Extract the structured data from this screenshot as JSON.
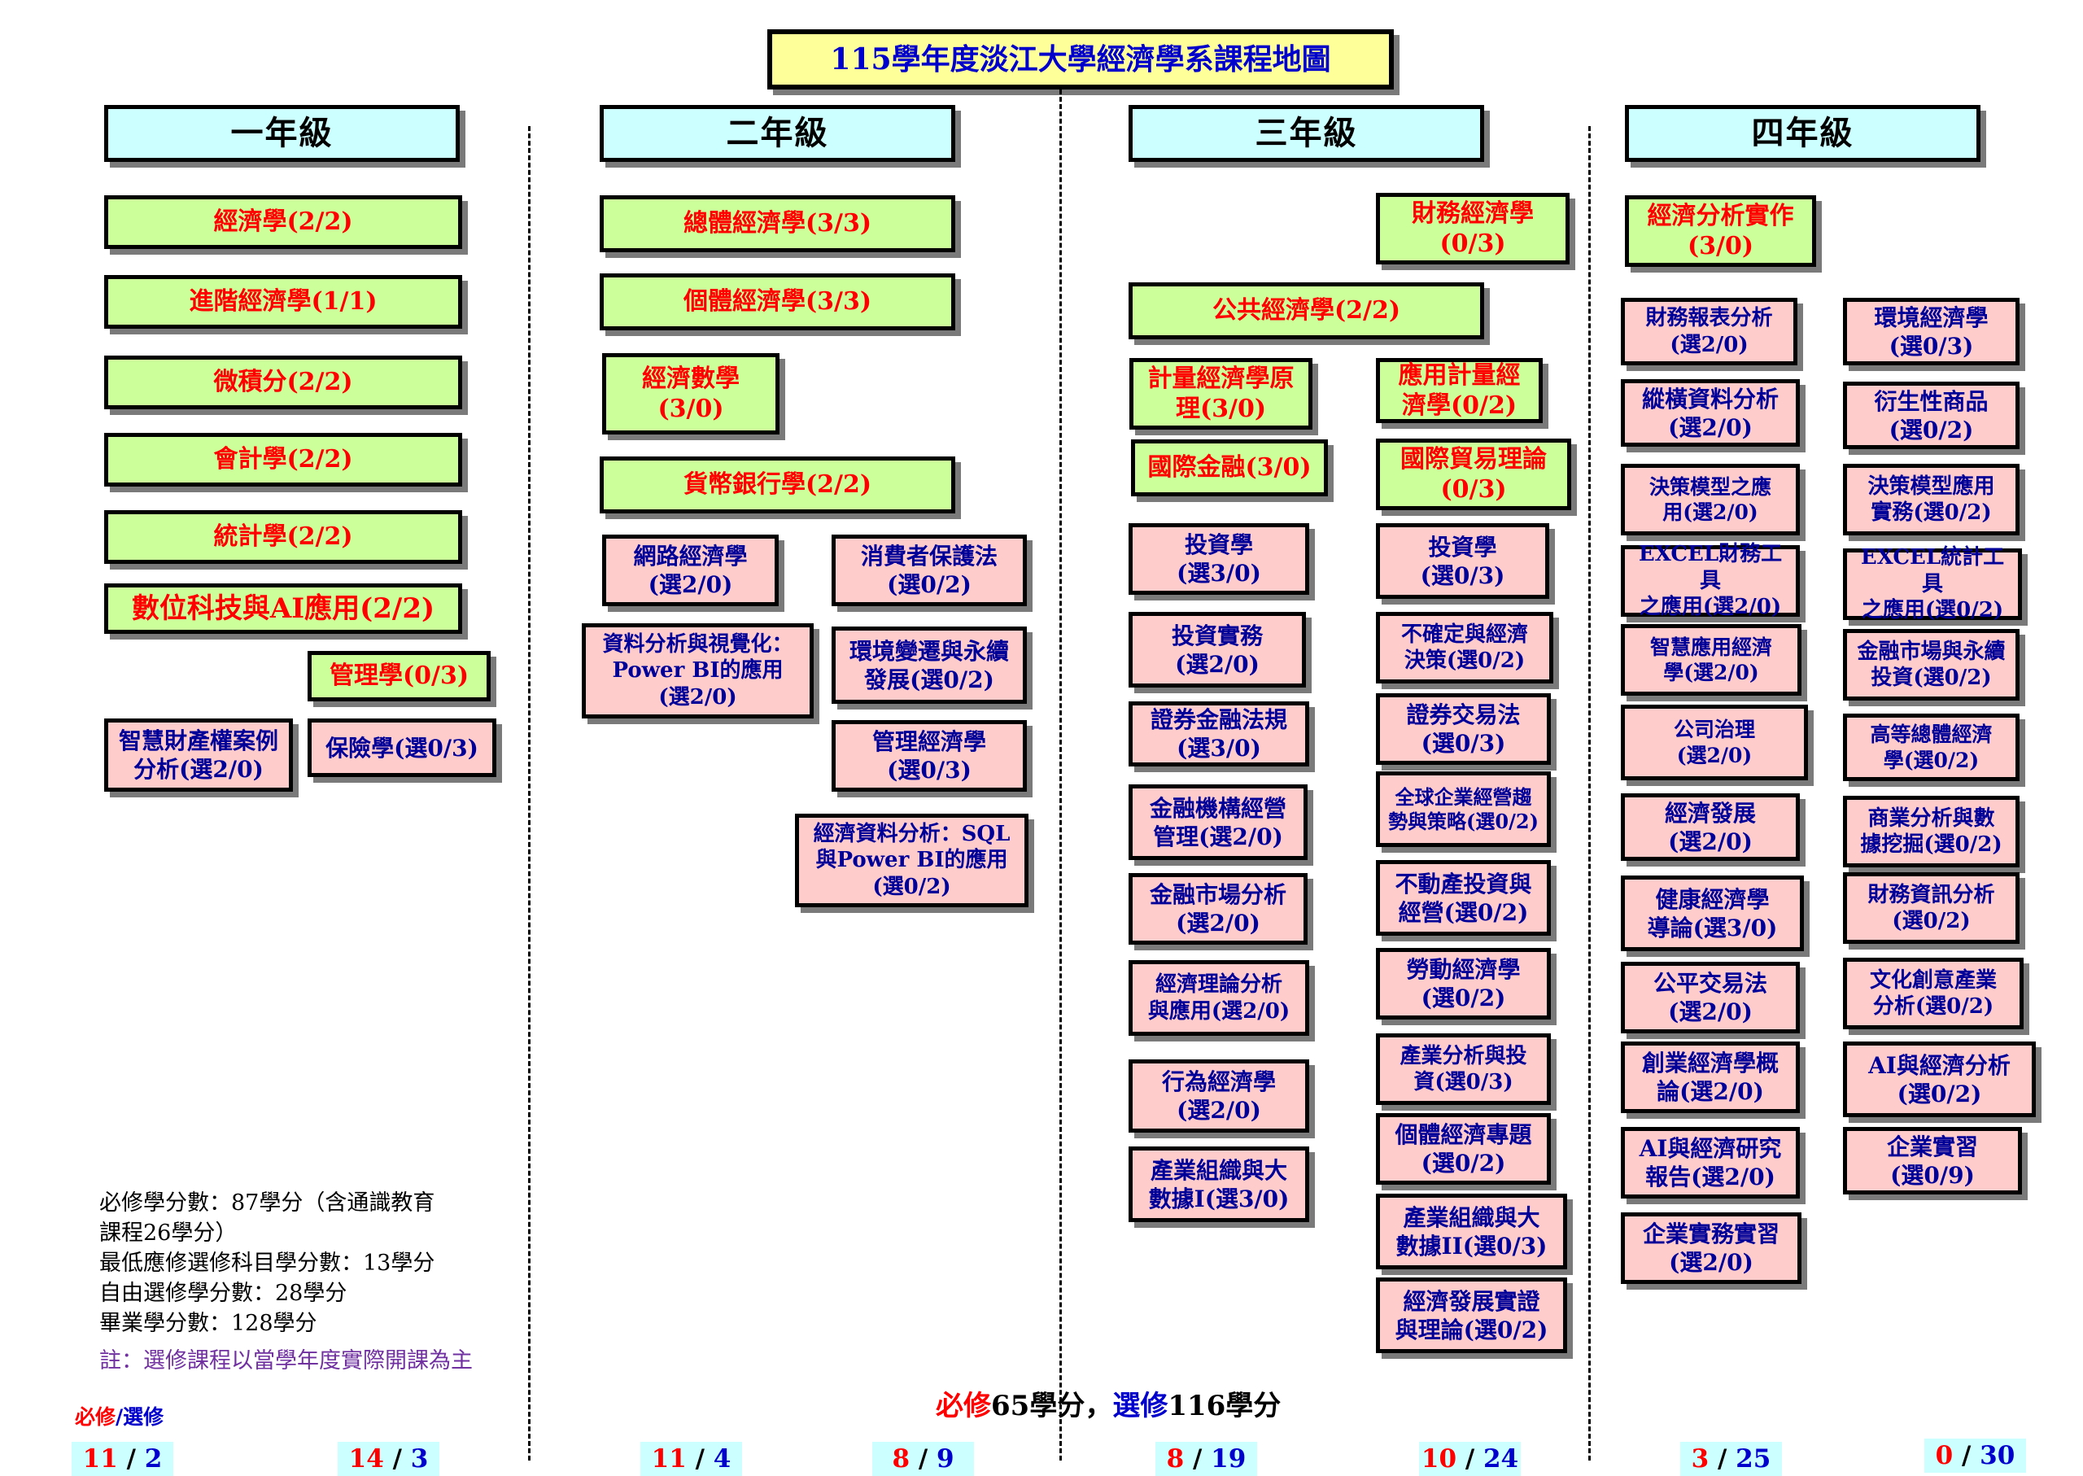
{
  "title": "115學年度淡江大學經濟學系課程地圖",
  "grades": [
    "一年級",
    "二年級",
    "三年級",
    "四年級"
  ],
  "courses": [
    {
      "id": "g1-econ",
      "label": "經濟學(2/2)",
      "kind": "req"
    },
    {
      "id": "g1-adv-econ",
      "label": "進階經濟學(1/1)",
      "kind": "req"
    },
    {
      "id": "g1-calculus",
      "label": "微積分(2/2)",
      "kind": "req"
    },
    {
      "id": "g1-accounting",
      "label": "會計學(2/2)",
      "kind": "req"
    },
    {
      "id": "g1-statistics",
      "label": "統計學(2/2)",
      "kind": "req"
    },
    {
      "id": "g1-digital-ai",
      "label": "數位科技與AI應用(2/2)",
      "kind": "req"
    },
    {
      "id": "g1-management",
      "label": "管理學(0/3)",
      "kind": "req"
    },
    {
      "id": "g1-smart-ip",
      "label": "智慧財產權案例\n分析(選2/0)",
      "kind": "ele"
    },
    {
      "id": "g1-insurance",
      "label": "保險學(選0/3)",
      "kind": "ele"
    },
    {
      "id": "g2-macro",
      "label": "總體經濟學(3/3)",
      "kind": "req"
    },
    {
      "id": "g2-micro",
      "label": "個體經濟學(3/3)",
      "kind": "req"
    },
    {
      "id": "g2-math-econ",
      "label": "經濟數學\n(3/0)",
      "kind": "req"
    },
    {
      "id": "g2-money-banking",
      "label": "貨幣銀行學(2/2)",
      "kind": "req"
    },
    {
      "id": "g2-internet-econ",
      "label": "網路經濟學\n(選2/0)",
      "kind": "ele"
    },
    {
      "id": "g2-consumer-law",
      "label": "消費者保護法\n(選0/2)",
      "kind": "ele"
    },
    {
      "id": "g2-powerbi",
      "label": "資料分析與視覺化：\nPower BI的應用\n(選2/0)",
      "kind": "ele"
    },
    {
      "id": "g2-climate",
      "label": "環境變遷與永續\n發展(選0/2)",
      "kind": "ele"
    },
    {
      "id": "g2-mgmt-econ",
      "label": "管理經濟學\n(選0/3)",
      "kind": "ele"
    },
    {
      "id": "g2-sql",
      "label": "經濟資料分析：SQL\n與Power BI的應用\n(選0/2)",
      "kind": "ele"
    },
    {
      "id": "g3-fin-econ",
      "label": "財務經濟學\n(0/3)",
      "kind": "req"
    },
    {
      "id": "g3-public-econ",
      "label": "公共經濟學(2/2)",
      "kind": "req"
    },
    {
      "id": "g3-econometrics",
      "label": "計量經濟學原\n理(3/0)",
      "kind": "req"
    },
    {
      "id": "g3-applied-econometrics",
      "label": "應用計量經\n濟學(0/2)",
      "kind": "req"
    },
    {
      "id": "g3-intl-finance",
      "label": "國際金融(3/0)",
      "kind": "req"
    },
    {
      "id": "g3-intl-trade",
      "label": "國際貿易理論\n(0/3)",
      "kind": "req"
    },
    {
      "id": "g3-invest-a",
      "label": "投資學\n(選3/0)",
      "kind": "ele"
    },
    {
      "id": "g3-invest-b",
      "label": "投資學\n(選0/3)",
      "kind": "ele"
    },
    {
      "id": "g3-invest-practice",
      "label": "投資實務\n(選2/0)",
      "kind": "ele"
    },
    {
      "id": "g3-uncertainty",
      "label": "不確定與經濟\n決策(選0/2)",
      "kind": "ele"
    },
    {
      "id": "g3-securities-reg",
      "label": "證券金融法規\n(選3/0)",
      "kind": "ele"
    },
    {
      "id": "g3-securities-law",
      "label": "證券交易法\n(選0/3)",
      "kind": "ele"
    },
    {
      "id": "g3-fin-inst",
      "label": "金融機構經營\n管理(選2/0)",
      "kind": "ele"
    },
    {
      "id": "g3-global-strategy",
      "label": "全球企業經營趨\n勢與策略(選0/2)",
      "kind": "ele"
    },
    {
      "id": "g3-fin-market",
      "label": "金融市場分析\n(選2/0)",
      "kind": "ele"
    },
    {
      "id": "g3-real-estate",
      "label": "不動產投資與\n經營(選0/2)",
      "kind": "ele"
    },
    {
      "id": "g3-econ-theory",
      "label": "經濟理論分析\n與應用(選2/0)",
      "kind": "ele"
    },
    {
      "id": "g3-labor",
      "label": "勞動經濟學\n(選0/2)",
      "kind": "ele"
    },
    {
      "id": "g3-behavioral",
      "label": "行為經濟學\n(選2/0)",
      "kind": "ele"
    },
    {
      "id": "g3-industry-invest",
      "label": "產業分析與投\n資(選0/3)",
      "kind": "ele"
    },
    {
      "id": "g3-micro-topics",
      "label": "個體經濟專題\n(選0/2)",
      "kind": "ele"
    },
    {
      "id": "g3-io-bigdata-1",
      "label": "產業組織與大\n數據I(選3/0)",
      "kind": "ele"
    },
    {
      "id": "g3-io-bigdata-2",
      "label": "產業組織與大\n數據II(選0/3)",
      "kind": "ele"
    },
    {
      "id": "g3-dev-empirics",
      "label": "經濟發展實證\n與理論(選0/2)",
      "kind": "ele"
    },
    {
      "id": "g4-econ-practice",
      "label": "經濟分析實作\n(3/0)",
      "kind": "req"
    },
    {
      "id": "g4-fin-statement",
      "label": "財務報表分析\n(選2/0)",
      "kind": "ele"
    },
    {
      "id": "g4-env-econ",
      "label": "環境經濟學\n(選0/3)",
      "kind": "ele"
    },
    {
      "id": "g4-panel",
      "label": "縱橫資料分析\n(選2/0)",
      "kind": "ele"
    },
    {
      "id": "g4-derivatives",
      "label": "衍生性商品\n(選0/2)",
      "kind": "ele"
    },
    {
      "id": "g4-decision-model",
      "label": "決策模型之應\n用(選2/0)",
      "kind": "ele"
    },
    {
      "id": "g4-decision-practice",
      "label": "決策模型應用\n實務(選0/2)",
      "kind": "ele"
    },
    {
      "id": "g4-excel-fin",
      "label": "EXCEL財務工具\n之應用(選2/0)",
      "kind": "ele"
    },
    {
      "id": "g4-excel-stat",
      "label": "EXCEL統計工具\n之應用(選0/2)",
      "kind": "ele"
    },
    {
      "id": "g4-smart-app",
      "label": "智慧應用經濟\n學(選2/0)",
      "kind": "ele"
    },
    {
      "id": "g4-sustain-invest",
      "label": "金融市場與永續\n投資(選0/2)",
      "kind": "ele"
    },
    {
      "id": "g4-governance",
      "label": "公司治理\n(選2/0)",
      "kind": "ele"
    },
    {
      "id": "g4-adv-macro",
      "label": "高等總體經濟\n學(選0/2)",
      "kind": "ele"
    },
    {
      "id": "g4-development",
      "label": "經濟發展\n(選2/0)",
      "kind": "ele"
    },
    {
      "id": "g4-data-mining",
      "label": "商業分析與數\n據挖掘(選0/2)",
      "kind": "ele"
    },
    {
      "id": "g4-health",
      "label": "健康經濟學\n導論(選3/0)",
      "kind": "ele"
    },
    {
      "id": "g4-fin-info",
      "label": "財務資訊分析\n(選0/2)",
      "kind": "ele"
    },
    {
      "id": "g4-fair-trade",
      "label": "公平交易法\n(選2/0)",
      "kind": "ele"
    },
    {
      "id": "g4-cultural",
      "label": "文化創意產業\n分析(選0/2)",
      "kind": "ele"
    },
    {
      "id": "g4-entrepreneur",
      "label": "創業經濟學概\n論(選2/0)",
      "kind": "ele"
    },
    {
      "id": "g4-ai-econ",
      "label": "AI與經濟分析\n(選0/2)",
      "kind": "ele"
    },
    {
      "id": "g4-ai-report",
      "label": "AI與經濟研究\n報告(選2/0)",
      "kind": "ele"
    },
    {
      "id": "g4-internship-b",
      "label": "企業實習\n(選0/9)",
      "kind": "ele"
    },
    {
      "id": "g4-internship-a",
      "label": "企業實務實習\n(選2/0)",
      "kind": "ele"
    }
  ],
  "notes": [
    "必修學分數：87學分（含通識教育",
    "課程26學分）",
    "最低應修選修科目學分數：13學分",
    "自由選修學分數：28學分",
    "畢業學分數：128學分"
  ],
  "remark": "註：選修課程以當學年度實際開課為主",
  "legend": {
    "required": "必修",
    "separator": "/",
    "elective": "選修"
  },
  "summary": {
    "req_label": "必修",
    "req_credits": "65學分",
    "sep": "，",
    "ele_label": "選修",
    "ele_credits": "116學分"
  },
  "tallies": [
    {
      "req": "11",
      "ele": "2"
    },
    {
      "req": "14",
      "ele": "3"
    },
    {
      "req": "11",
      "ele": "4"
    },
    {
      "req": "8",
      "ele": "9"
    },
    {
      "req": "8",
      "ele": "19"
    },
    {
      "req": "10",
      "ele": "24"
    },
    {
      "req": "3",
      "ele": "25"
    },
    {
      "req": "0",
      "ele": "30"
    }
  ],
  "colors": {
    "required_fill": "#ccff99",
    "required_text": "#ff0000",
    "elective_fill": "#ffcccc",
    "elective_text": "#000099",
    "header_fill": "#ccffff",
    "title_fill": "#ffff99",
    "remark_text": "#7030a0"
  }
}
